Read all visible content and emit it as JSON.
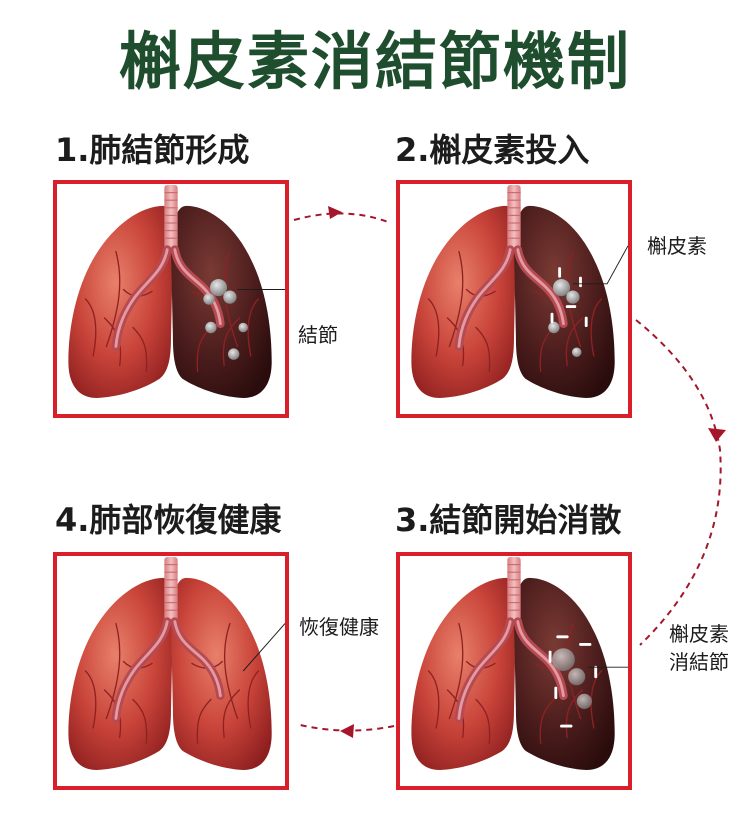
{
  "title": "槲皮素消結節機制",
  "steps": [
    {
      "label": "1.肺結節形成",
      "callout": "結節"
    },
    {
      "label": "2.槲皮素投入",
      "callout": "槲皮素"
    },
    {
      "label": "3.結節開始消散",
      "callout_line1": "槲皮素",
      "callout_line2": "消結節"
    },
    {
      "label": "4.肺部恢復健康",
      "callout": "恢復健康"
    }
  ],
  "colors": {
    "title": "#1f4e2e",
    "frame": "#d81f2a",
    "healthy_lung": "#c9443a",
    "diseased_lung": "#4a1c1c",
    "trachea": "#e9a0a0",
    "arrow": "#a5162a"
  }
}
